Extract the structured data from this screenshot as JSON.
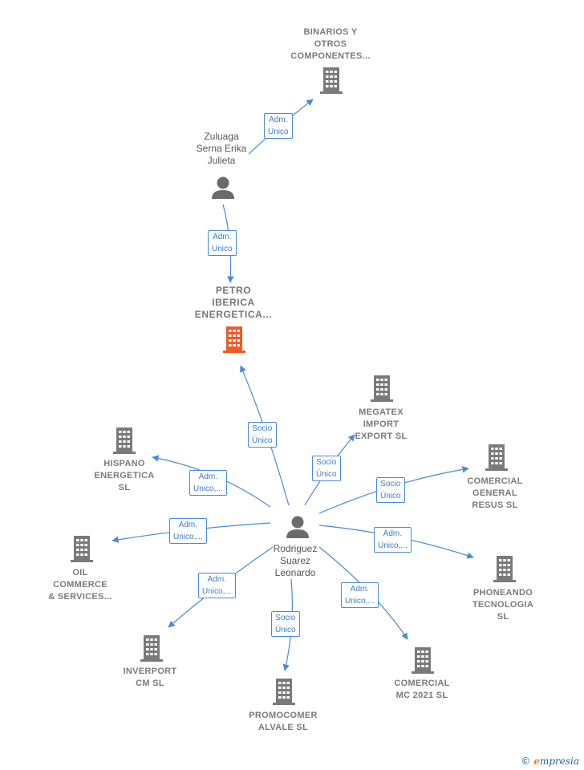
{
  "colors": {
    "edge": "#4a8ad8",
    "building": "#7a7a7a",
    "building_focus": "#f05a28",
    "person": "#6b6b6b"
  },
  "nodes": {
    "binarios": {
      "label": "BINARIOS Y\nOTROS\nCOMPONENTES...",
      "icon": "building-icon"
    },
    "zuluaga": {
      "label": "Zuluaga\nSerna Erika\nJulieta",
      "icon": "person-icon"
    },
    "petro": {
      "label": "PETRO\nIBERICA\nENERGETICA...",
      "icon": "building-icon"
    },
    "megatex": {
      "label": "MEGATEX\nIMPORT\nEXPORT  SL",
      "icon": "building-icon"
    },
    "hispano": {
      "label": "HISPANO\nENERGETICA\nSL",
      "icon": "building-icon"
    },
    "comercial_general": {
      "label": "COMERCIAL\nGENERAL\nRESUS  SL",
      "icon": "building-icon"
    },
    "rodriguez": {
      "label": "Rodriguez\nSuarez\nLeonardo",
      "icon": "person-icon"
    },
    "oil": {
      "label": "OIL\nCOMMERCE\n& SERVICES...",
      "icon": "building-icon"
    },
    "phoneando": {
      "label": "PHONEANDO\nTECNOLOGIA\nSL",
      "icon": "building-icon"
    },
    "inverport": {
      "label": "INVERPORT\nCM  SL",
      "icon": "building-icon"
    },
    "comercial_mc": {
      "label": "COMERCIAL\nMC 2021  SL",
      "icon": "building-icon"
    },
    "promocomer": {
      "label": "PROMOCOMER\nALVALE  SL",
      "icon": "building-icon"
    }
  },
  "edges": {
    "zuluaga_binarios": "Adm.\nUnico",
    "zuluaga_petro": "Adm.\nUnico",
    "rodriguez_petro": "Socio\nÚnico",
    "rodriguez_megatex": "Socio\nÚnico",
    "rodriguez_hispano": "Adm.\nUnico,...",
    "rodriguez_comercial_general": "Socio\nÚnico",
    "rodriguez_oil": "Adm.\nUnico,...",
    "rodriguez_phoneando": "Adm.\nUnico,...",
    "rodriguez_inverport": "Adm.\nUnico,...",
    "rodriguez_comercial_mc": "Adm.\nUnico,...",
    "rodriguez_promocomer": "Socio\nÚnico"
  },
  "brand": {
    "copyright": "©",
    "initial": "e",
    "rest": "mpresia"
  }
}
